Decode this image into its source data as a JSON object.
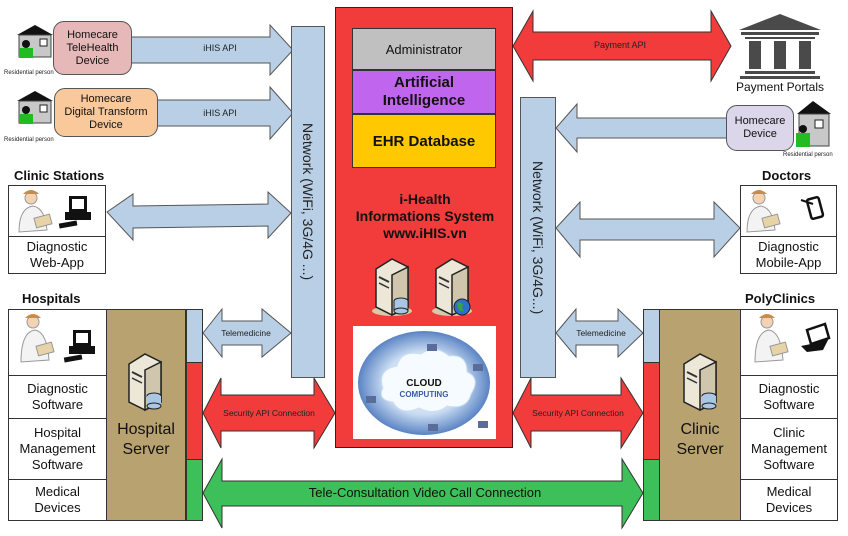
{
  "colors": {
    "core_red": "#f23b3b",
    "network_blue": "#b8cfe6",
    "admin_gray": "#c0c0c0",
    "ai_purple": "#c066ee",
    "ehr_yellow": "#ffc800",
    "server_tan": "#b8a270",
    "video_green": "#3dbf59",
    "telehealth_pink": "#e6b8b7",
    "transform_orange": "#f9c89b",
    "homecare_lilac": "#dcd6ea"
  },
  "core": {
    "administrator": "Administrator",
    "ai": "Artificial Intelligence",
    "ehr": "EHR Database",
    "system_name": [
      "i-Health",
      "Informations System",
      "www.iHIS.vn"
    ],
    "cloud": {
      "line1": "CLOUD",
      "line2": "COMPUTING"
    }
  },
  "network_left": "Network (WiFi, 3G/4G ...)",
  "network_right": "Network (WiFi, 3G/4G...)",
  "homecare_left": [
    {
      "label": "Homecare TeleHealth Device",
      "lines": [
        "Homecare",
        "TeleHealth",
        "Device"
      ],
      "api": "iHIS API",
      "person": "Residential person"
    },
    {
      "label": "Homecare Digital Transform Device",
      "lines": [
        "Homecare",
        "Digital Transform",
        "Device"
      ],
      "api": "iHIS API",
      "person": "Residential person"
    }
  ],
  "homecare_right": {
    "lines": [
      "Homecare",
      "Device"
    ],
    "person": "Residential person"
  },
  "payment": {
    "api": "Payment  API",
    "portal": "Payment Portals"
  },
  "clinic_stations": {
    "title": "Clinic Stations",
    "label": [
      "Diagnostic",
      "Web-App"
    ]
  },
  "doctors": {
    "title": "Doctors",
    "label": [
      "Diagnostic",
      "Mobile-App"
    ]
  },
  "hospitals": {
    "title": "Hospitals",
    "cells": [
      [
        "Diagnostic",
        "Software"
      ],
      [
        "Hospital",
        "Management",
        "Software"
      ],
      [
        "Medical",
        "Devices"
      ]
    ],
    "server": [
      "Hospital",
      "Server"
    ]
  },
  "polyclinics": {
    "title": "PolyClinics",
    "cells": [
      [
        "Diagnostic",
        "Software"
      ],
      [
        "Clinic",
        "Management",
        "Software"
      ],
      [
        "Medical",
        "Devices"
      ]
    ],
    "server": [
      "Clinic",
      "Server"
    ]
  },
  "links": {
    "telemedicine": "Telemedicine",
    "security": "Security API Connection",
    "video": "Tele-Consultation Video Call Connection"
  }
}
